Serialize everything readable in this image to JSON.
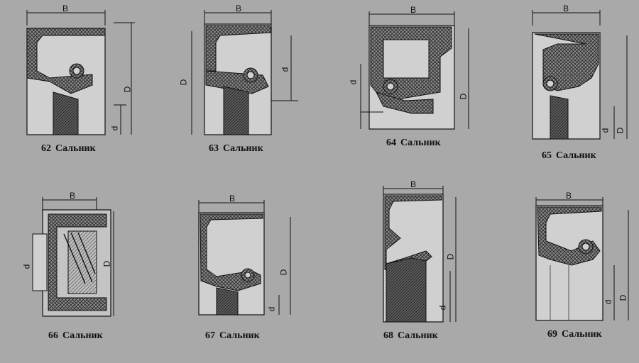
{
  "labels": {
    "B": "B",
    "D": "D",
    "d": "d"
  },
  "figures": [
    {
      "num": "62",
      "name": "Сальник"
    },
    {
      "num": "63",
      "name": "Сальник"
    },
    {
      "num": "64",
      "name": "Сальник"
    },
    {
      "num": "65",
      "name": "Сальник"
    },
    {
      "num": "66",
      "name": "Сальник"
    },
    {
      "num": "67",
      "name": "Сальник"
    },
    {
      "num": "68",
      "name": "Сальник"
    },
    {
      "num": "69",
      "name": "Сальник"
    }
  ]
}
